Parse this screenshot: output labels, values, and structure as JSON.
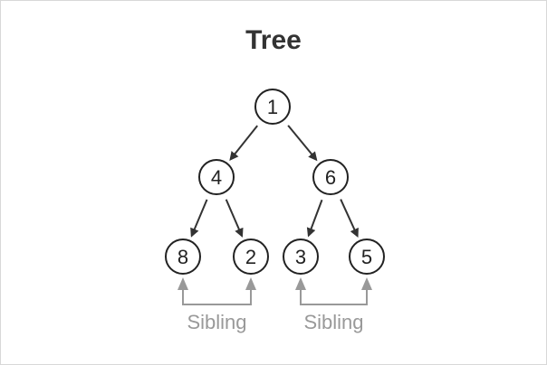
{
  "title": "Tree",
  "nodes": [
    {
      "id": "n1",
      "label": "1"
    },
    {
      "id": "n4",
      "label": "4"
    },
    {
      "id": "n6",
      "label": "6"
    },
    {
      "id": "n8",
      "label": "8"
    },
    {
      "id": "n2",
      "label": "2"
    },
    {
      "id": "n3",
      "label": "3"
    },
    {
      "id": "n5",
      "label": "5"
    }
  ],
  "edges": [
    [
      "n1",
      "n4"
    ],
    [
      "n1",
      "n6"
    ],
    [
      "n4",
      "n8"
    ],
    [
      "n4",
      "n2"
    ],
    [
      "n6",
      "n3"
    ],
    [
      "n6",
      "n5"
    ]
  ],
  "sibling_groups": [
    {
      "nodes": [
        "n8",
        "n2"
      ],
      "label": "Sibling"
    },
    {
      "nodes": [
        "n3",
        "n5"
      ],
      "label": "Sibling"
    }
  ],
  "colors": {
    "node_stroke": "#222222",
    "edge": "#333333",
    "sibling": "#999999",
    "title": "#333333"
  }
}
